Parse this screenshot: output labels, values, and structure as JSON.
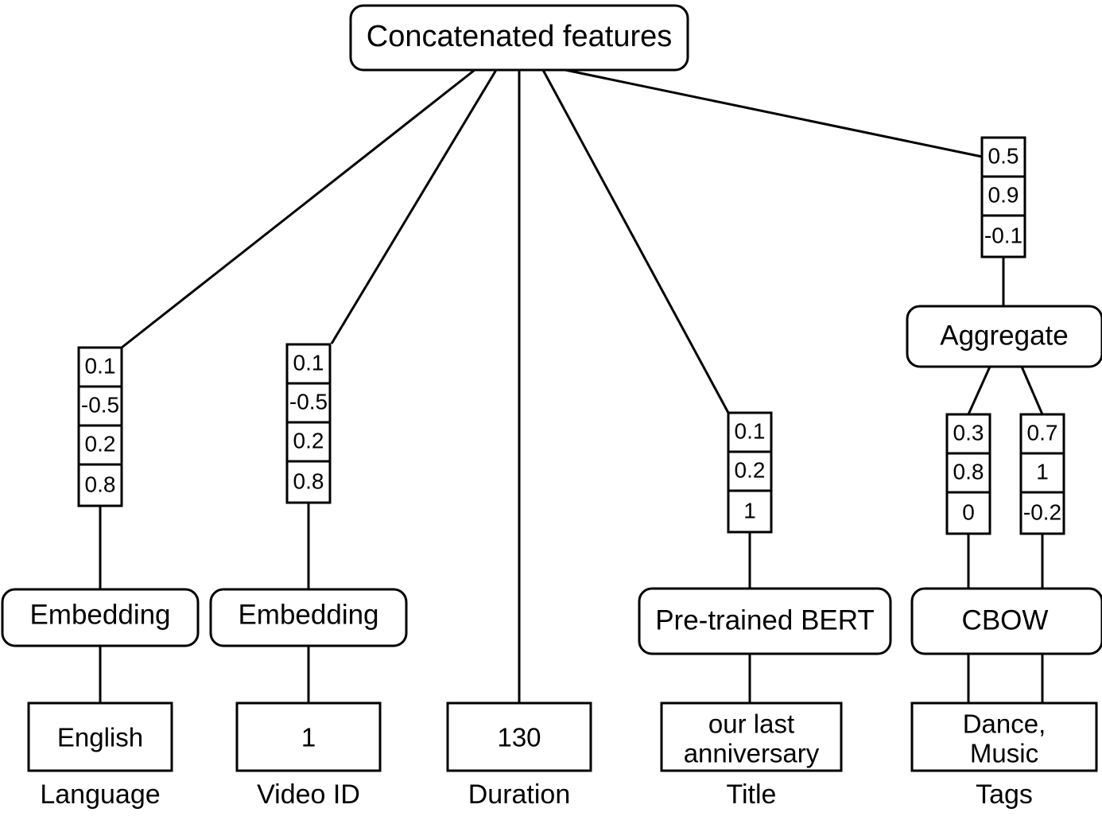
{
  "diagram": {
    "title": "Concatenated features",
    "top_node": {
      "label": "Concatenated features"
    },
    "columns": [
      {
        "id": "language",
        "caption": "Language",
        "leaf_value": "English",
        "processor": "Embedding",
        "vector": [
          "0.1",
          "-0.5",
          "0.2",
          "0.8"
        ]
      },
      {
        "id": "video-id",
        "caption": "Video ID",
        "leaf_value": "1",
        "processor": "Embedding",
        "vector": [
          "0.1",
          "-0.5",
          "0.2",
          "0.8"
        ]
      },
      {
        "id": "duration",
        "caption": "Duration",
        "leaf_value": "130",
        "processor": null,
        "vector": []
      },
      {
        "id": "title",
        "caption": "Title",
        "leaf_value_line1": "our last",
        "leaf_value_line2": "anniversary",
        "processor": "Pre-trained BERT",
        "vector": [
          "0.1",
          "0.2",
          "1"
        ]
      },
      {
        "id": "tags",
        "caption": "Tags",
        "leaf_value_line1": "Dance,",
        "leaf_value_line2": "Music",
        "processor": "CBOW",
        "vector_left": [
          "0.3",
          "0.8",
          "0"
        ],
        "vector_right": [
          "0.7",
          "1",
          "-0.2"
        ],
        "aggregate_label": "Aggregate",
        "aggregate_vector": [
          "0.5",
          "0.9",
          "-0.1"
        ]
      }
    ],
    "colors": {
      "stroke": "#000000",
      "fill": "#ffffff",
      "text": "#000000"
    }
  }
}
